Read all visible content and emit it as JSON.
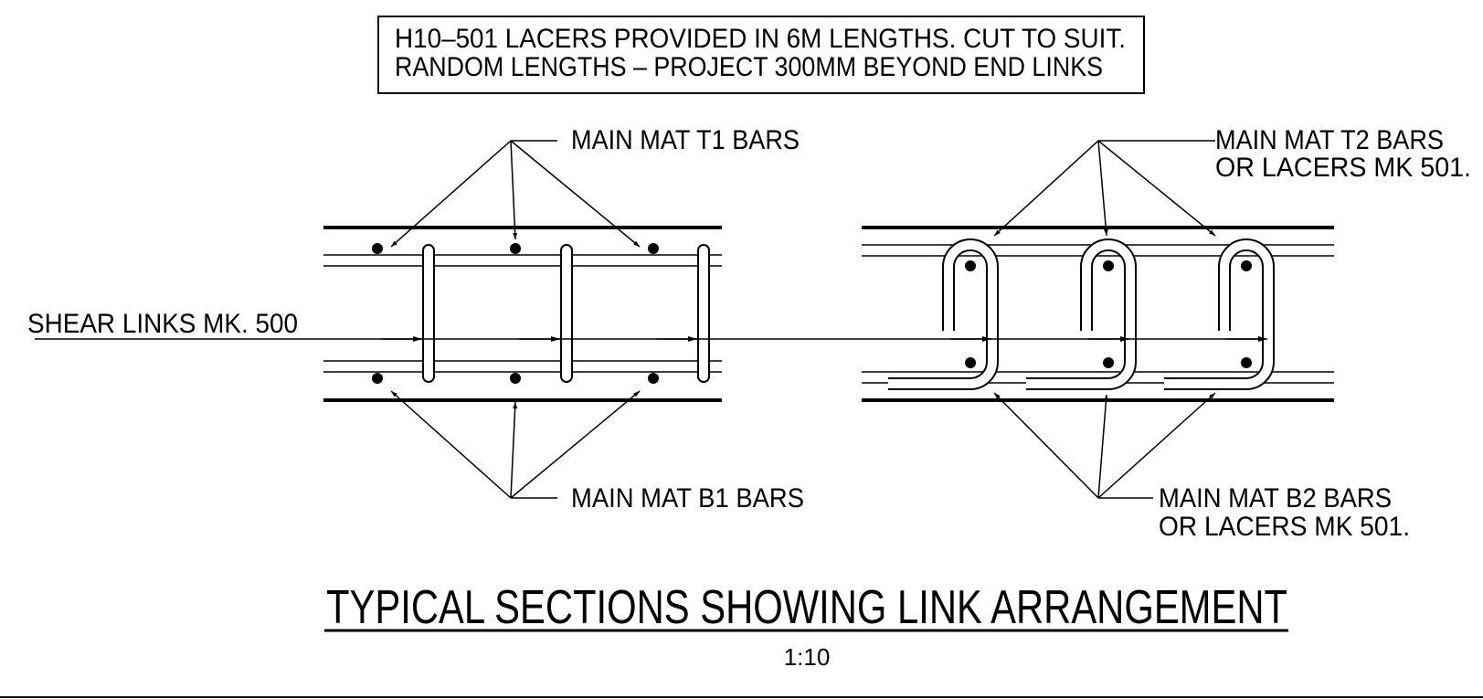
{
  "note": {
    "line1": "H10–501 LACERS PROVIDED IN 6M LENGTHS. CUT TO SUIT.",
    "line2": "RANDOM LENGTHS – PROJECT 300MM BEYOND END LINKS"
  },
  "labels": {
    "t1": "MAIN MAT T1 BARS",
    "t2_line1": "MAIN MAT T2 BARS",
    "t2_line2": "OR LACERS MK 501.",
    "shear": "SHEAR LINKS MK. 500",
    "b1": "MAIN MAT B1 BARS",
    "b2_line1": "MAIN MAT B2 BARS",
    "b2_line2": "OR LACERS MK 501."
  },
  "title": "TYPICAL SECTIONS SHOWING LINK ARRANGEMENT",
  "scale": "1:10",
  "colors": {
    "ink": "#000000",
    "paper": "#ffffff"
  }
}
